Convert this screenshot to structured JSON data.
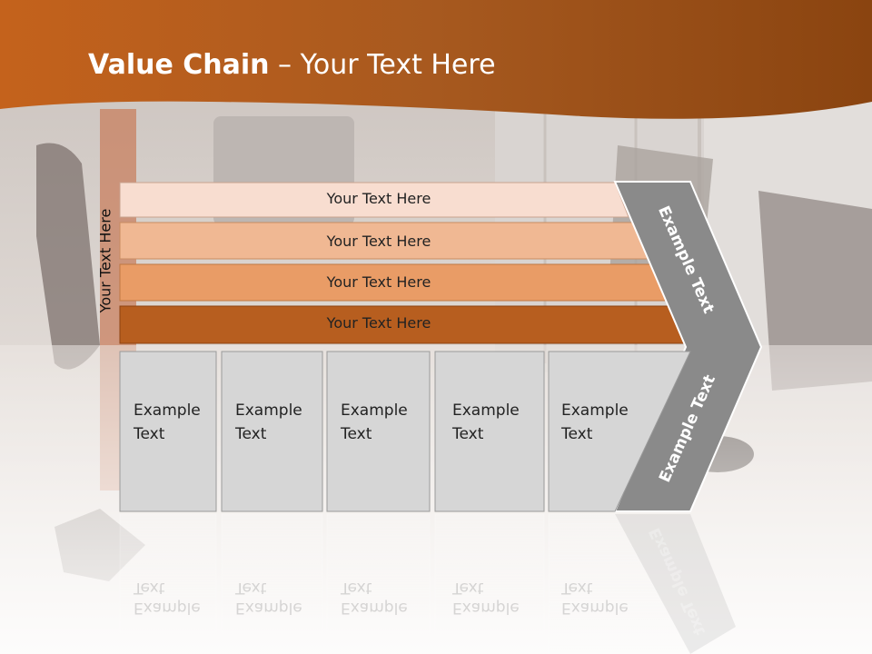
{
  "slide": {
    "title_bold": "Value Chain",
    "title_rest": " – Your Text Here",
    "side_label": "Your Text Here",
    "colors": {
      "banner": "#a95c20",
      "bar1": "#f8ddd0",
      "bar2": "#f0b893",
      "bar3": "#e99c66",
      "bar4": "#b75e1f",
      "box": "#d6d6d6",
      "arrow": "#8a8a8a"
    },
    "bars": [
      {
        "label": "Your Text Here"
      },
      {
        "label": "Your Text Here"
      },
      {
        "label": "Your Text Here"
      },
      {
        "label": "Your Text Here"
      }
    ],
    "boxes": [
      {
        "line1": "Example",
        "line2": "Text"
      },
      {
        "line1": "Example",
        "line2": "Text"
      },
      {
        "line1": "Example",
        "line2": "Text"
      },
      {
        "line1": "Example",
        "line2": "Text"
      },
      {
        "line1": "Example",
        "line2": "Text"
      }
    ],
    "arrow_upper": "Example Text",
    "arrow_lower": "Example Text"
  }
}
